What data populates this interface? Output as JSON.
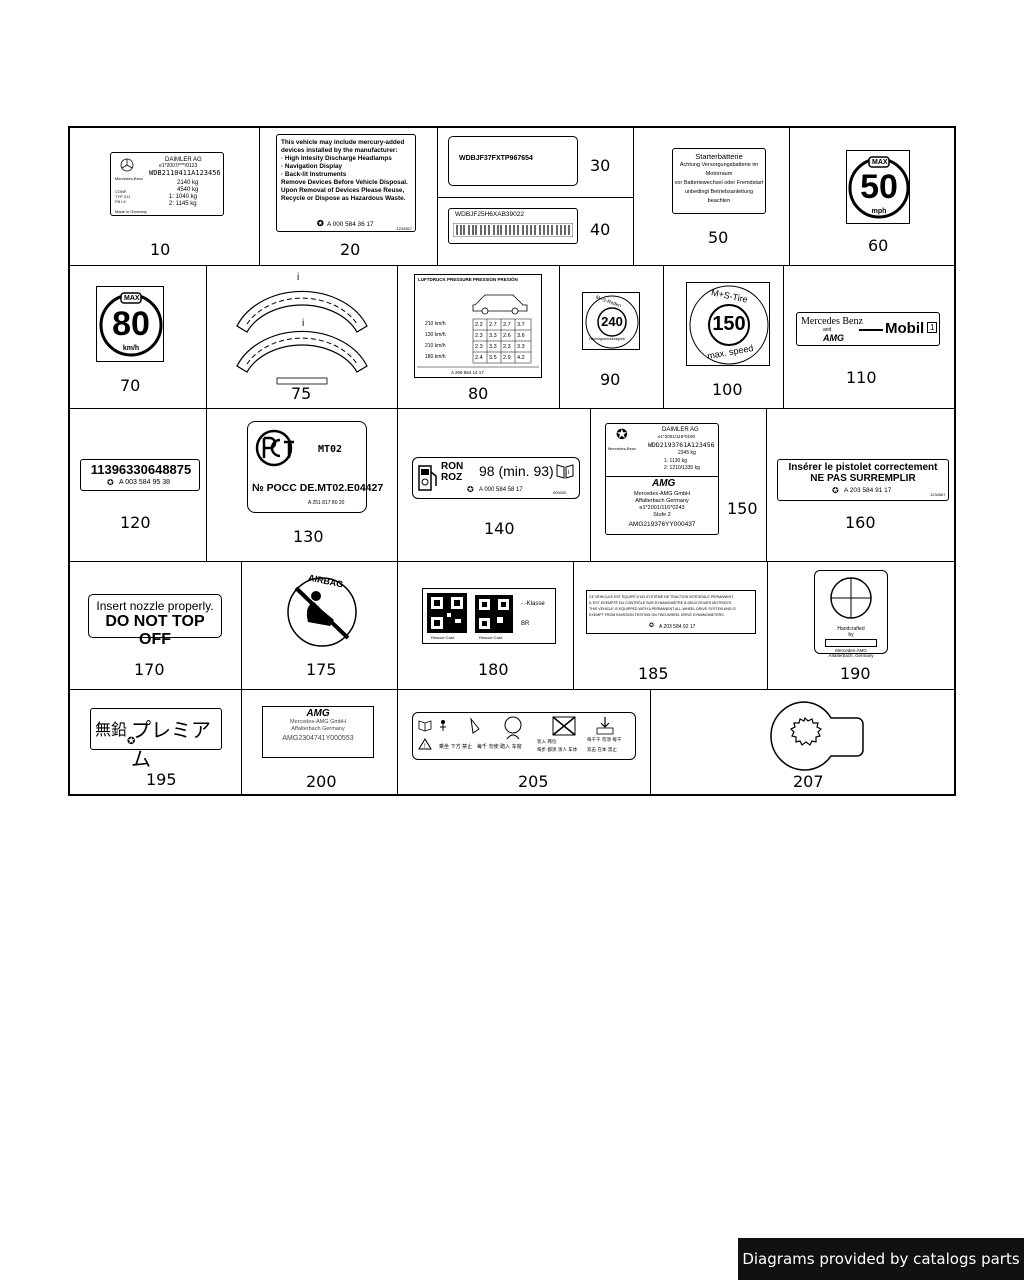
{
  "diagram": {
    "callouts": {
      "c10": "10",
      "c20": "20",
      "c30": "30",
      "c40": "40",
      "c50": "50",
      "c60": "60",
      "c70": "70",
      "c75": "75",
      "c80": "80",
      "c90": "90",
      "c100": "100",
      "c110": "110",
      "c120": "120",
      "c130": "130",
      "c140": "140",
      "c150": "150",
      "c160": "160",
      "c170": "170",
      "c175": "175",
      "c180": "180",
      "c185": "185",
      "c190": "190",
      "c195": "195",
      "c200": "200",
      "c205": "205",
      "c207": "207"
    },
    "label10": {
      "maker": "DAIMLER AG",
      "approval": "e1*2007/***/0123",
      "vin": "WDB2110411A123456",
      "weights": [
        "2140 kg",
        "4540 kg",
        "1: 1040 kg",
        "2: 1145 kg"
      ],
      "brand": "Mercedes-Benz"
    },
    "label20": {
      "lines": [
        "This vehicle may include mercury-added",
        "devices installed by the manufacturer:",
        "· High Intesity Discharge Headlamps",
        "· Navigation Display",
        "· Back-lit Instruments",
        "Remove Devices Before Vehicle Disposal.",
        "Upon Removal of Devices Please Reuse,",
        "Recycle or Dispose as Hazardous Waste."
      ],
      "part": "A 000 584 36 17",
      "code": "1234567"
    },
    "label30": {
      "vin": "WDBJF37FXTP967654"
    },
    "label40": {
      "vin": "WDBJF25H6XAB39022"
    },
    "label50": {
      "lines": [
        "Starterbatterie",
        "Achtung Versorgungsbatterie im",
        "Motorraum",
        "vor Batteriewechsel oder Fremdstart",
        "unbedingt Betriebsanleitung",
        "beachten"
      ]
    },
    "label60": {
      "max": "MAX",
      "value": "50",
      "unit": "mph"
    },
    "label70": {
      "max": "MAX",
      "value": "80",
      "unit": "km/h"
    },
    "label80": {
      "header": "LUFTDRUCK  PRESSURE  PRESSION  PRESIÓN",
      "speeds": [
        "210 km/h",
        "130 km/h",
        "210 km/h",
        "180 km/h"
      ],
      "values": [
        [
          "2.2",
          "2.7",
          "2.7",
          "3.7"
        ],
        [
          "2.3",
          "3.3",
          "2.6",
          "3.6"
        ],
        [
          "2.3",
          "3.3",
          "2.3",
          "3.3"
        ],
        [
          "2.4",
          "3.5",
          "2.9",
          "4.2"
        ]
      ],
      "part": "A 209 584 14 17"
    },
    "label90": {
      "top": "M+S-Reifen",
      "value": "240",
      "bottom": "Höchstgeschwindigkeit"
    },
    "label100": {
      "top": "M+S-Tire",
      "value": "150",
      "bottom": "max. speed"
    },
    "label110": {
      "brand": "Mercedes Benz",
      "and": "and",
      "amg": "AMG",
      "oil": "Mobil",
      "num": "1"
    },
    "label120": {
      "number": "11396330648875",
      "part": "A 003 584 95 38"
    },
    "label130": {
      "logo": "РСТ",
      "code": "MT02",
      "cert": "№ РОСС DE.MT02.E04427",
      "part": "A 251 817 80 20"
    },
    "label140": {
      "ron": "RON",
      "roz": "ROZ",
      "octane": "98 (min. 93)",
      "part": "A 000 584 58 17",
      "code": "000000"
    },
    "label150": {
      "maker": "DAIMLER AG",
      "approval": "e1*2001/116*0190",
      "vin": "WDD2193761A123456",
      "weights": [
        "2345 kg",
        "1: 1130 kg",
        "2: 1210/1335 kg"
      ],
      "brand": "Mercedes-Benz",
      "amg": "AMG",
      "amg_lines": [
        "Mercedes-AMG GmbH",
        "Affalterbach Germany",
        "e1*2001/116*0243",
        "Stufe 2",
        "AMG219376YY000437"
      ]
    },
    "label160": {
      "line1": "Insérer le pistolet correctement",
      "line2": "NE PAS SURREMPLIR",
      "part": "A 203 584 91 17",
      "code": "1234567"
    },
    "label170": {
      "line1": "Insert nozzle properly.",
      "line2": "DO NOT TOP OFF"
    },
    "label175": {
      "text": "AIRBAG"
    },
    "label180": {
      "klasse": "- -Klasse",
      "br": "BR",
      "caption1": "Rescue Card",
      "caption2": "Rescue Card"
    },
    "label185": {
      "lines": [
        "CE VÉHICULE EST ÉQUIPÉ D'UN SYSTÈME DE TRACTION INTÉGRALE PERMANENT.",
        "IL EST EXEMPTÉ DU CONTRÔLE SUR DYNAMOMÈTRE À DEUX ROUES MOTRICES.",
        "THIS VEHICLE IS EQUIPPED WITH A PERMANENT ALL-WHEEL DRIVE SYSTEM AND IS",
        "EXEMPT FROM EMISSION TESTING ON TWO-WHEEL DRIVE DYNAMOMETERS."
      ],
      "part": "A 203 584 92 17"
    },
    "label190": {
      "line1": "Handcrafted",
      "line2": "by",
      "line3": "Mercedes-AMG",
      "line4": "Affalterbach, Germany"
    },
    "label195": {
      "kanji": "無鉛",
      "kana": "プレミアム"
    },
    "label200": {
      "amg": "AMG",
      "lines": [
        "Mercedes-AMG GmbH",
        "Affalterbach Germany",
        "AMG2304741Y000553"
      ]
    },
    "label205": {
      "captions": [
        "乘坐 下方 禁止",
        "每千 勿使 踏入 车窗",
        "装入 两包",
        "每步 都须 须人 车体",
        "每千千 勿须 每千",
        "双击 在本 禁止"
      ]
    }
  },
  "footer": {
    "text": "Diagrams provided by catalogs parts"
  }
}
